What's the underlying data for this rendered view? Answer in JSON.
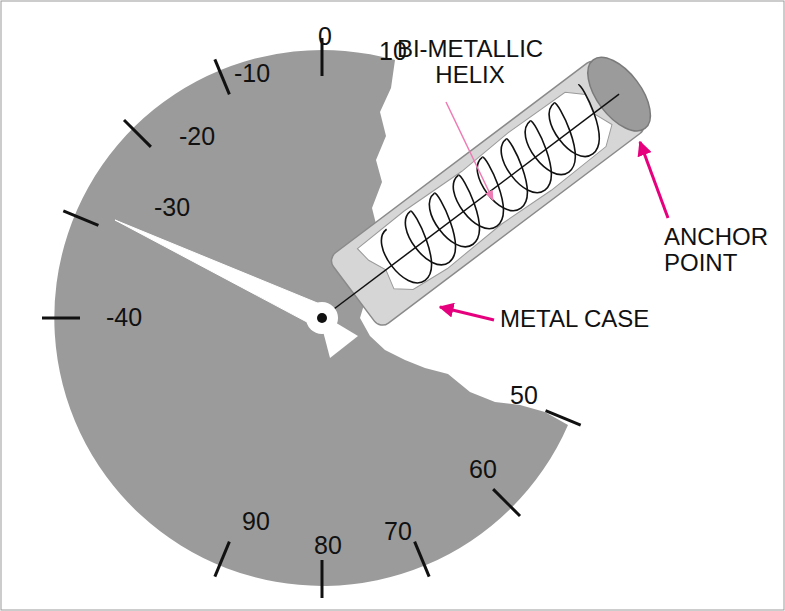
{
  "diagram": {
    "labels": [
      "0",
      "-10",
      "10",
      "-20",
      "BI-METALLIC HELIX",
      "-30",
      "ANCHOR POINT",
      "-40",
      "METAL CASE",
      "50",
      "60",
      "90",
      "80",
      "70"
    ]
  }
}
